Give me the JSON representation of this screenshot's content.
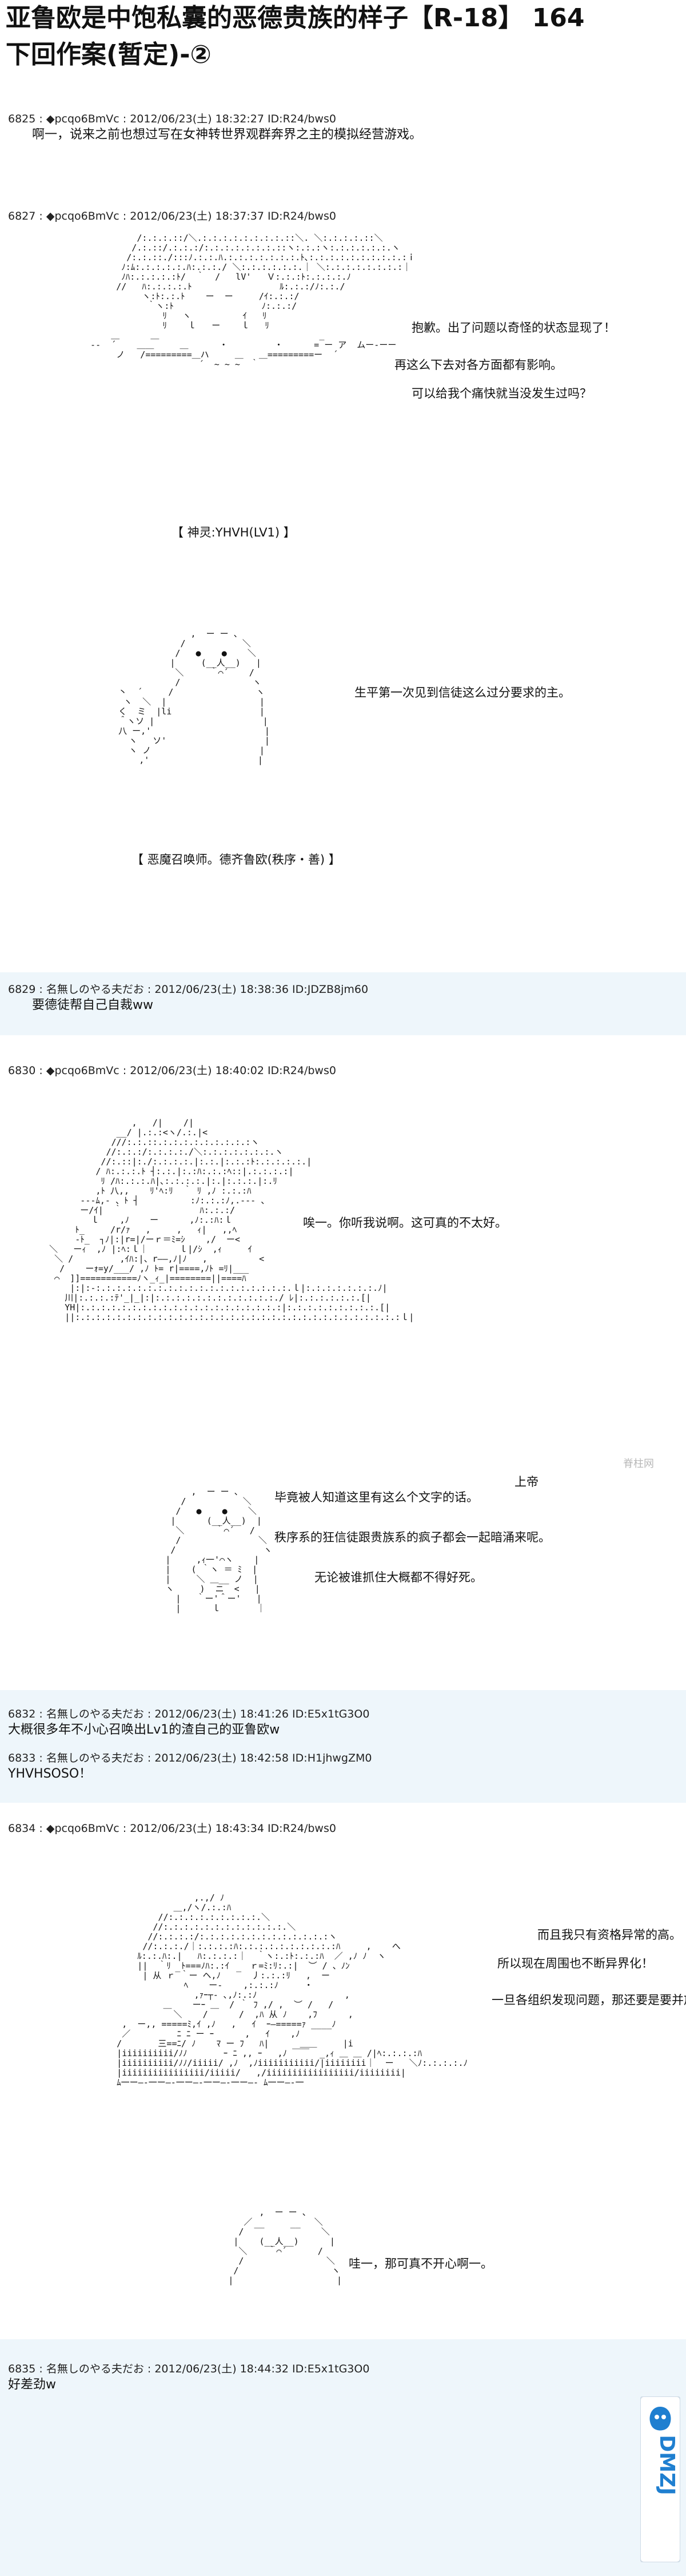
{
  "title": {
    "line1": "亚鲁欧是中饱私囊的恶德贵族的样子【R-18】 164",
    "line2": "下回作案(暂定)-②"
  },
  "posts": {
    "p6825": {
      "header": "6825 : ◆pcqo6BmVc : 2012/06/23(土) 18:32:27 ID:R24/bws0",
      "body": "啊一，说来之前也想过写在女神转世界观群奔界之主的模拟经营游戏。"
    },
    "p6827": {
      "header": "6827 : ◆pcqo6BmVc : 2012/06/23(土) 18:37:37 ID:R24/bws0",
      "speech1": "抱歉。出了问题以奇怪的状态显现了！",
      "speech2": "再这么下去对各方面都有影响。",
      "speech3": "可以给我个痛快就当没发生过吗？",
      "caption1": "【 神灵:YHVH(LV1) 】",
      "speech4": "生平第一次见到信徒这么过分要求的主。",
      "caption2": "【 恶魔召唤师。德齐鲁欧(秩序・善) 】"
    },
    "p6829": {
      "header": "6829 : 名無しのやる夫だお : 2012/06/23(土) 18:38:36 ID:JDZB8jm60",
      "body": "要德徒帮自己自裁ww"
    },
    "p6830": {
      "header": "6830 : ◆pcqo6BmVc : 2012/06/23(土) 18:40:02 ID:R24/bws0",
      "speech1": "唉一。你听我说啊。这可真的不太好。",
      "speech2": "上帝",
      "speech3": "毕竟被人知道这里有这么个文字的话。",
      "speech4": "秩序系的狂信徒跟贵族系的疯子都会一起暗涌来呢。",
      "speech5": "无论被谁抓住大概都不得好死。"
    },
    "p6832": {
      "header": "6832 : 名無しのやる夫だお : 2012/06/23(土) 18:41:26 ID:E5x1tG3O0",
      "body": "大概很多年不小心召唤出Lv1的渣自己的亚鲁欧w"
    },
    "p6833": {
      "header": "6833 : 名無しのやる夫だお : 2012/06/23(土) 18:42:58 ID:H1jhwgZM0",
      "body": "YHVHSOSO！"
    },
    "p6834": {
      "header": "6834 : ◆pcqo6BmVc : 2012/06/23(土) 18:43:34 ID:R24/bws0",
      "speech1": "而且我只有资格异常的高。",
      "speech2": "所以现在周围也不断异界化！",
      "speech3": "一旦各组织发现问题，那还要是要并放的！",
      "speech4": "哇一，那可真不开心啊一。"
    },
    "p6835": {
      "header": "6835 : 名無しのやる夫だお : 2012/06/23(土) 18:44:32 ID:E5x1tG3O0",
      "body": "好差劲w"
    }
  },
  "watermark": "脊柱网",
  "logo_text": "DMZJ"
}
